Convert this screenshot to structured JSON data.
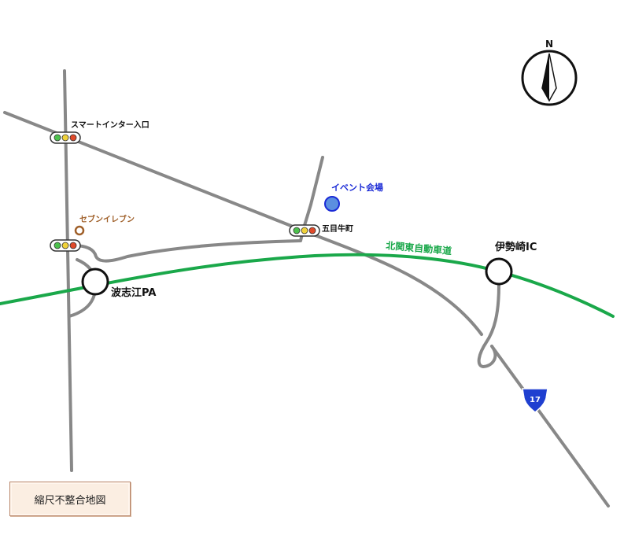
{
  "compass": {
    "letter": "N",
    "icon": "north-arrow-icon"
  },
  "labels": {
    "smart_ic": "スマートインター入口",
    "seven_eleven": "セブンイレブン",
    "event_venue": "イベント会場",
    "gomegyu": "五目牛町",
    "expressway": "北関東自動車道",
    "isesaki_ic": "伊勢崎IC",
    "hashie_pa": "波志江PA",
    "route_number": "17"
  },
  "disclaimer": "縮尺不整合地図",
  "colors": {
    "road": "#888888",
    "expressway": "#1aa84a",
    "event": "#1a2ad6",
    "event_fill": "#5b8fe0",
    "seven": "#a0602a",
    "route_shield": "#1f3fd0"
  }
}
